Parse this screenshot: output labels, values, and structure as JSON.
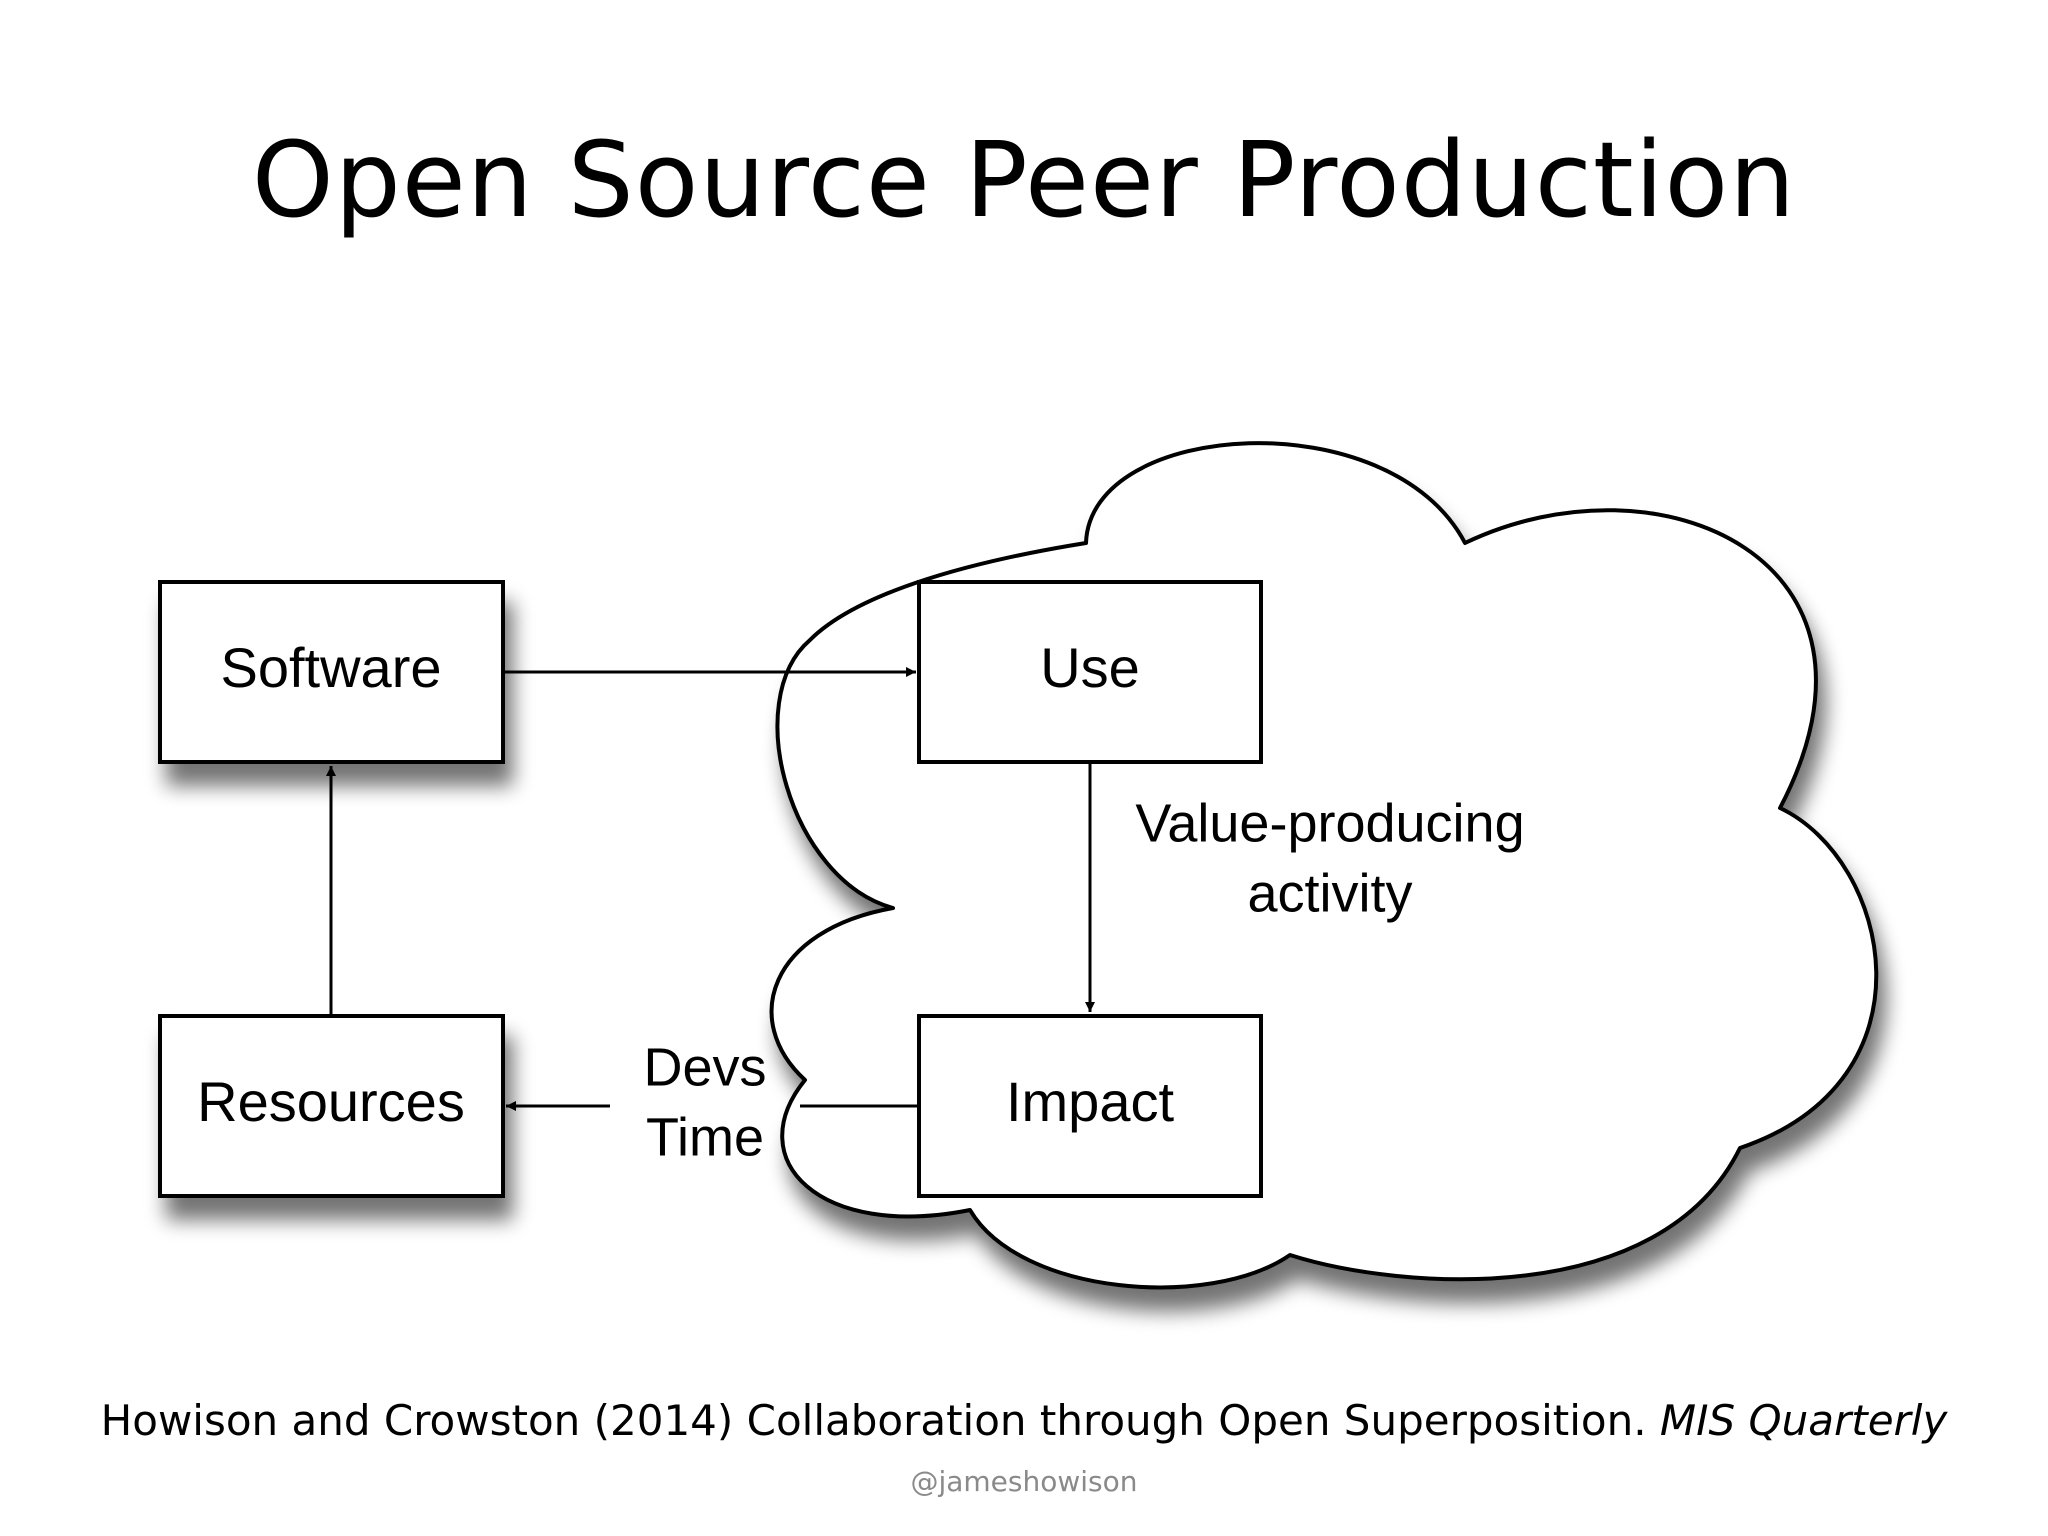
{
  "slide": {
    "title": "Open Source Peer Production",
    "citation_text": "Howison and Crowston (2014) Collaboration through Open Superposition. ",
    "citation_journal": "MIS Quarterly",
    "handle": "@jameshowison"
  },
  "diagram": {
    "nodes": {
      "software": "Software",
      "use": "Use",
      "resources": "Resources",
      "impact": "Impact"
    },
    "edges": {
      "software_to_use": "",
      "use_to_impact_line1": "Value-producing",
      "use_to_impact_line2": "activity",
      "impact_to_resources_line1": "Devs",
      "impact_to_resources_line2": "Time",
      "resources_to_software": ""
    }
  },
  "colors": {
    "background": "#ffffff",
    "stroke": "#000000",
    "shadow": "#000000",
    "handle": "#8a8a8a"
  }
}
